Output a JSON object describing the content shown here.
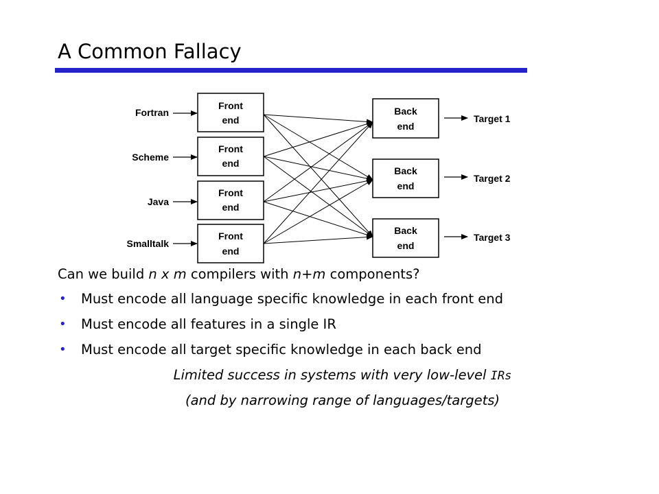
{
  "title": "A Common Fallacy",
  "colors": {
    "accent": "#2323c9"
  },
  "diagram": {
    "languages": [
      "Fortran",
      "Scheme",
      "Java",
      "Smalltalk"
    ],
    "front_ends": [
      {
        "line1": "Front",
        "line2": "end"
      },
      {
        "line1": "Front",
        "line2": "end"
      },
      {
        "line1": "Front",
        "line2": "end"
      },
      {
        "line1": "Front",
        "line2": "end"
      }
    ],
    "back_ends": [
      {
        "line1": "Back",
        "line2": "end"
      },
      {
        "line1": "Back",
        "line2": "end"
      },
      {
        "line1": "Back",
        "line2": "end"
      }
    ],
    "targets": [
      "Target 1",
      "Target 2",
      "Target 3"
    ]
  },
  "text": {
    "question": {
      "prefix": "Can we build ",
      "nxm": "n x m",
      "middle": " compilers with ",
      "npm": "n+m",
      "suffix": " components?"
    },
    "bullets": [
      "Must encode all language specific knowledge in each front end",
      "Must encode all features in a single IR",
      "Must encode all target specific knowledge in each back end"
    ],
    "bullet_symbol": "•",
    "conclusion1_prefix": "Limited success in systems with very low-level ",
    "conclusion1_irs": "IRs",
    "conclusion2": "(and by narrowing range of languages/targets)"
  }
}
